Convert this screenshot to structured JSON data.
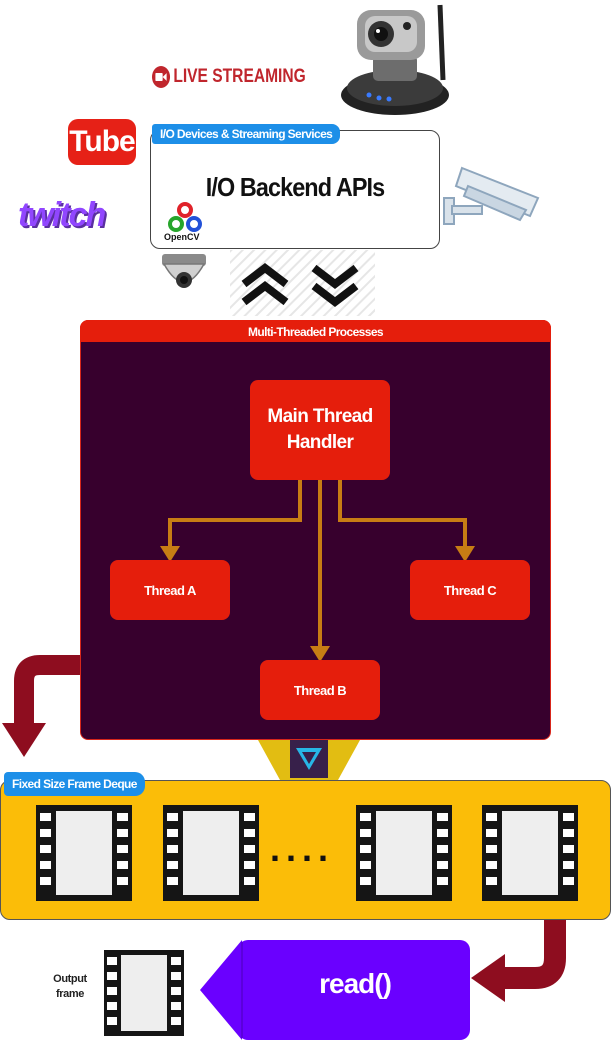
{
  "header": {
    "live_label": "LIVE STREAMING"
  },
  "logos": {
    "youtube_text": "Tube",
    "twitch_text": "twitch",
    "opencv_text": "OpenCV"
  },
  "io": {
    "tag": "I/O Devices & Streaming Services",
    "title": "I/O Backend APIs"
  },
  "processes": {
    "tag": "Multi-Threaded Processes",
    "main": [
      "Main Thread",
      "Handler"
    ],
    "thread_a": "Thread A",
    "thread_b": "Thread B",
    "thread_c": "Thread C"
  },
  "deque": {
    "tag": "Fixed Size Frame Deque",
    "ellipsis": "...."
  },
  "output": {
    "read_label": "read()",
    "label_line1": "Output",
    "label_line2": "frame"
  },
  "colors": {
    "red": "#e51e0c",
    "purple_bg": "#37002d",
    "orange_arrow": "#c77d14",
    "yellow": "#fbbd08",
    "blue_tag": "#1d8fe8",
    "maroon_arrow": "#8e0d1f",
    "violet": "#6a00ff"
  },
  "icons": [
    "record-icon",
    "youtube-logo",
    "twitch-logo",
    "opencv-logo",
    "ip-camera-icon",
    "cctv-camera-icon",
    "dome-camera-icon",
    "up-chevron-icon",
    "down-chevron-icon",
    "film-frame-icon",
    "vidgear-logo"
  ]
}
